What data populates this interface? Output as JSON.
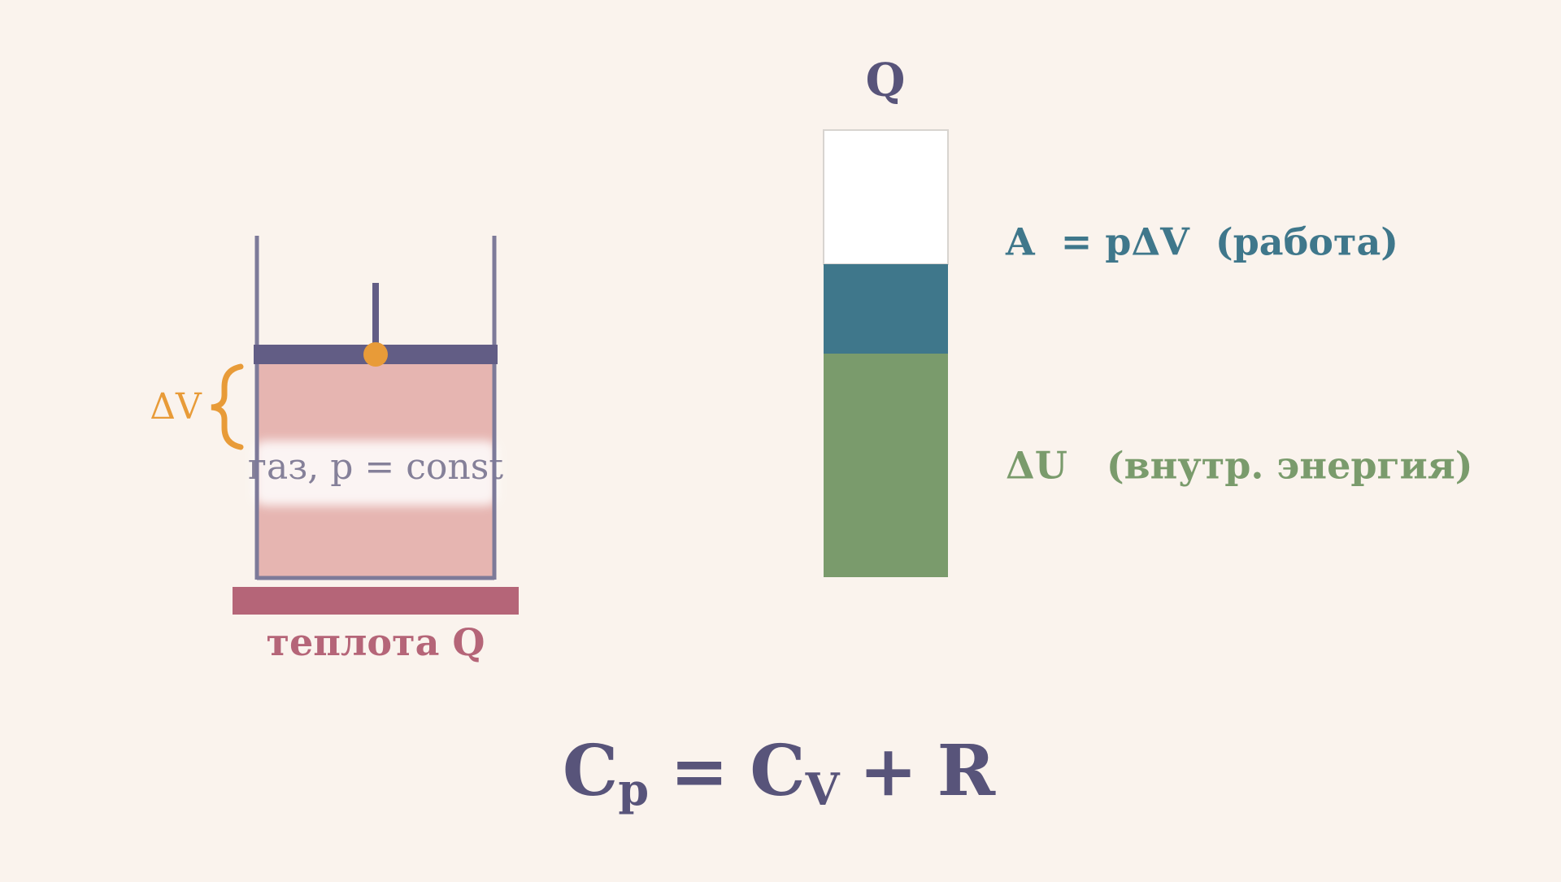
{
  "colors": {
    "background": "#faf3ed",
    "wall": "#7d7a99",
    "piston": "#625d85",
    "gas": "#e6b5b1",
    "heater": "#b56578",
    "pivot": "#e89b38",
    "delta_v": "#e89b38",
    "work": "#3f778b",
    "internal_energy": "#7a9b6c",
    "empty_bar": "#ffffff",
    "formula": "#58547a",
    "gas_label": "#858099"
  },
  "cylinder": {
    "delta_v_label": "ΔV",
    "gas_label": "газ, p = const",
    "heat_label": "теплота Q"
  },
  "energy_bar": {
    "top_label": "Q",
    "work_label": "A  = pΔV  (работа)",
    "internal_label": "ΔU   (внутр. энергия)",
    "segments": {
      "empty_fraction": 0.3,
      "work_fraction": 0.2,
      "internal_fraction": 0.5
    }
  },
  "formula": {
    "cp_main": "C",
    "cp_sub": "p",
    "equals": "=",
    "cv_main": "C",
    "cv_sub": "V",
    "plus": "+",
    "r": "R"
  }
}
